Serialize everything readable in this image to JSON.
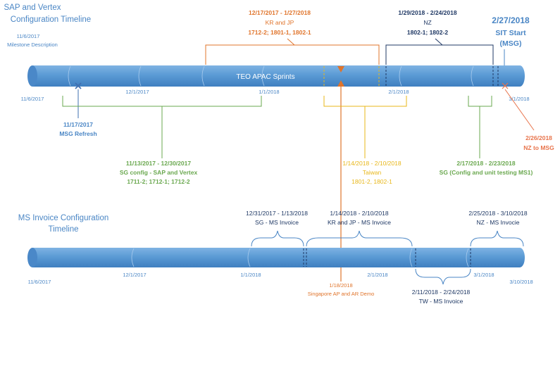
{
  "colors": {
    "bar": "#5b9bd5",
    "bar_edge": "#3f7fc0",
    "blue_text": "#4a86c5",
    "dark_blue": "#1f3864",
    "orange": "#e0742b",
    "yellow": "#e8b71a",
    "green": "#6aa84f",
    "salmon": "#e8734a"
  },
  "top": {
    "title_line1": "SAP and Vertex",
    "title_line2": "Configuration Timeline",
    "bar_label": "TEO APAC Sprints",
    "milestone_date": "11/6/2017",
    "milestone_desc": "Milestone Description",
    "start_date": "11/6/2017",
    "end_date": "3/1/2018",
    "ticks": [
      "12/1/2017",
      "1/1/2018",
      "2/1/2018"
    ],
    "kr_jp": {
      "dates": "12/17/2017 - 1/27/2018",
      "name": "KR and JP",
      "sprints": "1712-2; 1801-1, 1802-1"
    },
    "nz": {
      "dates": "1/29/2018 - 2/24/2018",
      "name": "NZ",
      "sprints": "1802-1; 1802-2"
    },
    "sit": {
      "date": "2/27/2018",
      "line2": "SIT Start",
      "line3": "(MSG)"
    },
    "msg_refresh": {
      "date": "11/17/2017",
      "label": "MSG Refresh"
    },
    "sg_config": {
      "dates": "11/13/2017 - 12/30/2017",
      "name": "SG config - SAP and Vertex",
      "sprints": "1711-2; 1712-1; 1712-2"
    },
    "taiwan": {
      "dates": "1/14/2018 - 2/10/2018",
      "name": "Taiwan",
      "sprints": "1801-2, 1802-1"
    },
    "sg_unit": {
      "dates": "2/17/2018 - 2/23/2018",
      "name": "SG (Config and unit testing MS1)"
    },
    "nz_msg": {
      "date": "2/26/2018",
      "label": "NZ to MSG"
    }
  },
  "bottom": {
    "title_line1": "MS Invoice Configuration",
    "title_line2": "Timeline",
    "start_date": "11/6/2017",
    "end_date": "3/10/2018",
    "ticks": [
      "12/1/2017",
      "1/1/2018",
      "2/1/2018",
      "3/1/2018"
    ],
    "sg_invoice": {
      "dates": "12/31/2017 - 1/13/2018",
      "name": "SG - MS Invoice"
    },
    "krjp_invoice": {
      "dates": "1/14/2018 - 2/10/2018",
      "name": "KR and JP - MS Invoice"
    },
    "nz_invoice": {
      "dates": "2/25/2018 - 3/10/2018",
      "name": "NZ - MS Invocie"
    },
    "tw_invoice": {
      "dates": "2/11/2018 - 2/24/2018",
      "name": "TW - MS Invoice"
    },
    "demo": {
      "date": "1/18/2018",
      "label": "Singapore AP and AR Demo"
    }
  }
}
